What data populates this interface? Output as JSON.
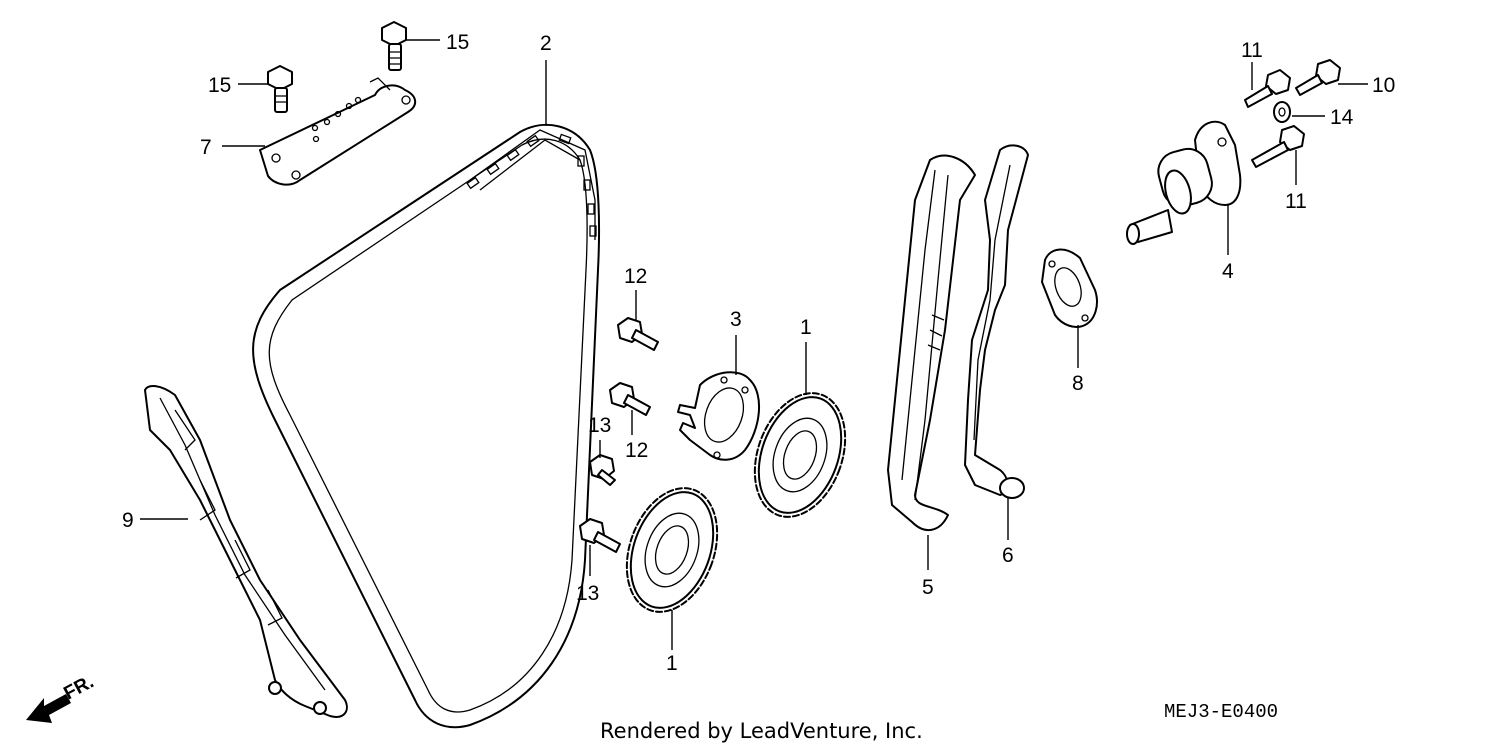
{
  "callouts": {
    "c1_upper": "1",
    "c1_lower": "1",
    "c2": "2",
    "c3": "3",
    "c4": "4",
    "c5": "5",
    "c6": "6",
    "c7": "7",
    "c8": "8",
    "c9": "9",
    "c10": "10",
    "c11_top": "11",
    "c11_right": "11",
    "c12_top": "12",
    "c12_mid": "12",
    "c13_mid": "13",
    "c13_low": "13",
    "c14": "14",
    "c15_top": "15",
    "c15_left": "15"
  },
  "diagram_code": "MEJ3-E0400",
  "credit": "Rendered by LeadVenture, Inc.",
  "front_marker": "FR."
}
